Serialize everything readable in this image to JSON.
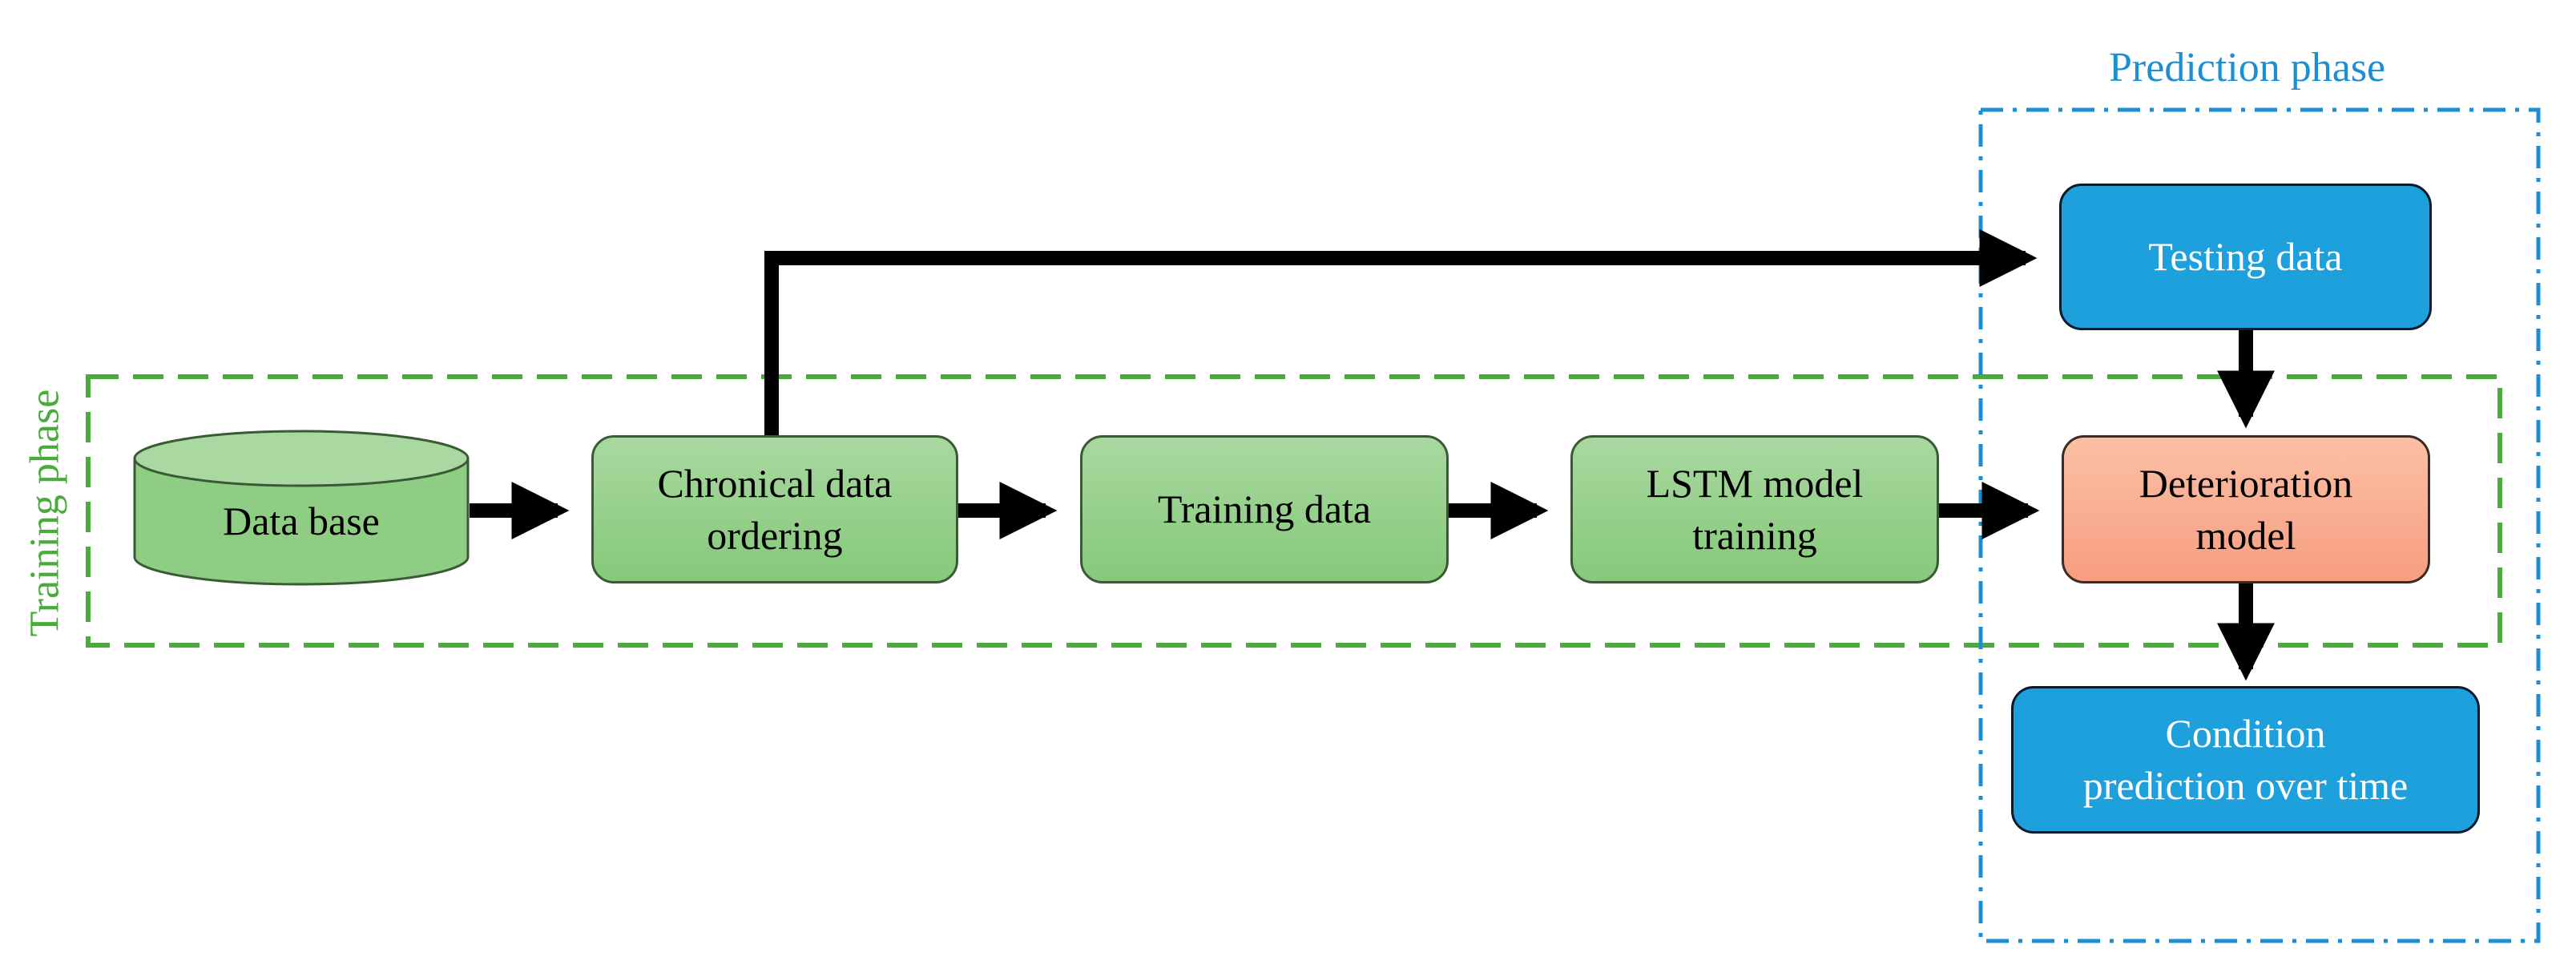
{
  "phases": {
    "training": "Training phase",
    "prediction": "Prediction phase"
  },
  "nodes": {
    "database": "Data base",
    "chronical_line1": "Chronical data",
    "chronical_line2": "ordering",
    "training_data": "Training data",
    "lstm_line1": "LSTM model",
    "lstm_line2": "training",
    "testing_data": "Testing data",
    "deterioration_line1": "Deterioration",
    "deterioration_line2": "model",
    "condition_line1": "Condition",
    "condition_line2": "prediction over time"
  },
  "colors": {
    "training_green": "#4aab3c",
    "prediction_blue": "#1c8fd3",
    "node_green": "#8fcd85",
    "node_blue": "#1da0dc",
    "node_salmon": "#f9a98a"
  }
}
